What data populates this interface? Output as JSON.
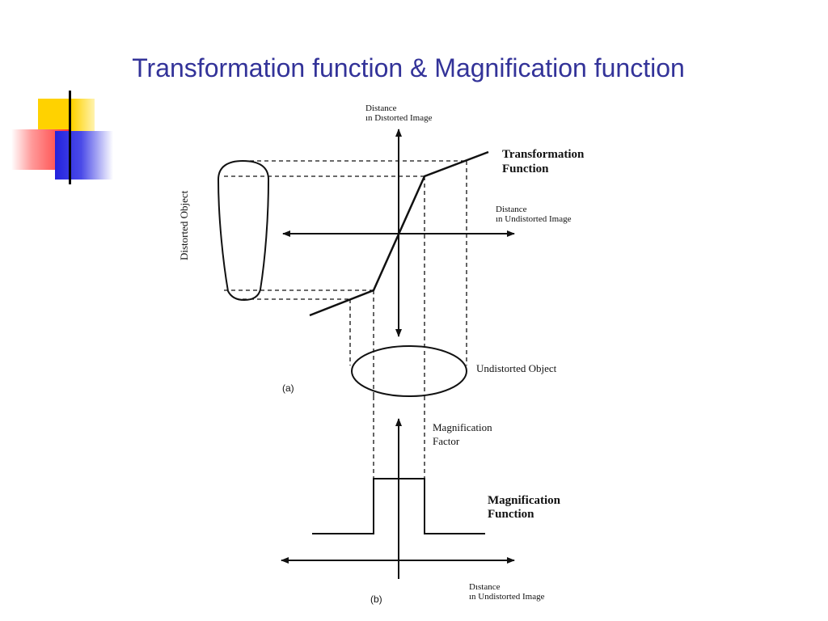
{
  "slide": {
    "title": "Transformation function & Magnification function"
  },
  "colors": {
    "title": "#333399",
    "deco_yellow": "#ffd200",
    "deco_red": "#ff4040",
    "deco_blue": "#2222dd",
    "ink": "#111111"
  },
  "diagram_a": {
    "panel_label": "(a)",
    "y_axis_label_line1": "Distance",
    "y_axis_label_line2": "ın Dıstorted Image",
    "x_axis_label_line1": "Distance",
    "x_axis_label_line2": "ın Undistorted Image",
    "curve_label_line1": "Transformation",
    "curve_label_line2": "Function",
    "distorted_object_label": "Distorted Object",
    "undistorted_object_label": "Undistorted Object"
  },
  "diagram_b": {
    "panel_label": "(b)",
    "y_axis_label_line1": "Magnification",
    "y_axis_label_line2": "Factor",
    "x_axis_label_line1": "Dıstance",
    "x_axis_label_line2": "ın Undistorted Image",
    "curve_label_line1": "Magnification",
    "curve_label_line2": "Function"
  }
}
